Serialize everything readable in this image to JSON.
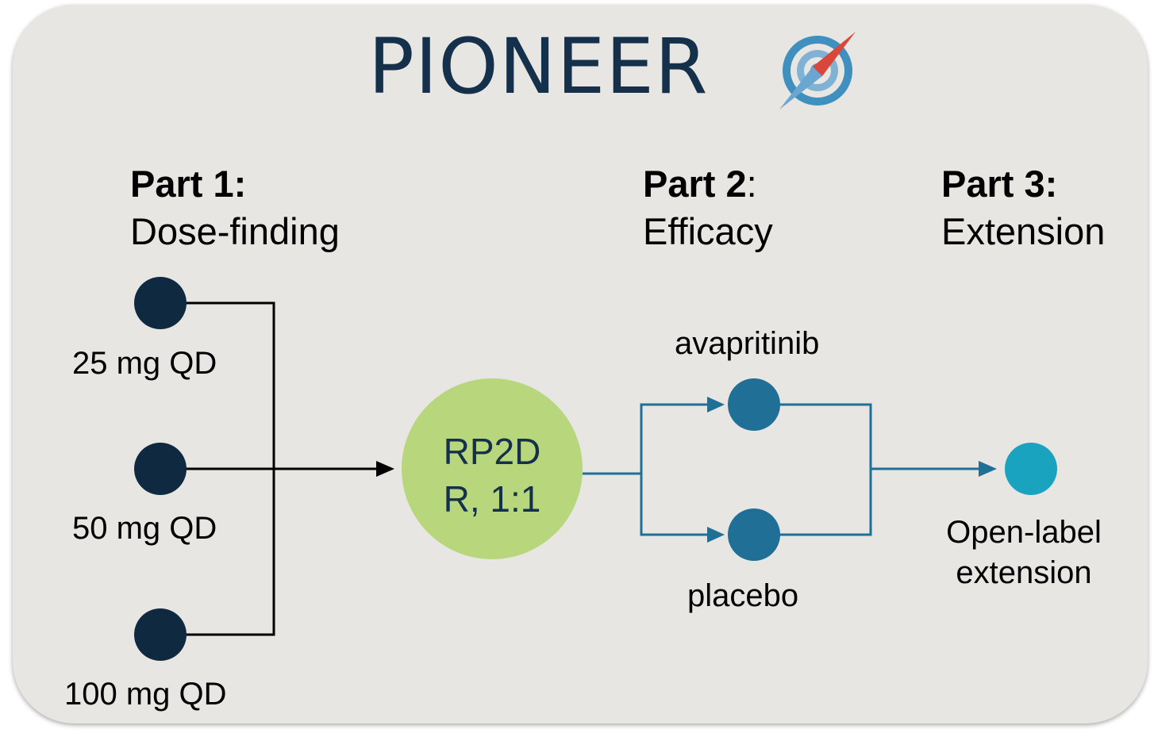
{
  "logo": {
    "text": "PIONEER",
    "icon": "compass-target-icon"
  },
  "parts": [
    {
      "title": "Part 1:",
      "subtitle": "Dose-finding"
    },
    {
      "title": "Part 2",
      "title_suffix": ":",
      "subtitle": "Efficacy"
    },
    {
      "title": "Part 3:",
      "subtitle": "Extension"
    }
  ],
  "doses": [
    "25 mg QD",
    "50 mg QD",
    "100 mg QD"
  ],
  "randomization": {
    "line1": "RP2D",
    "line2": "R, 1:1"
  },
  "arms": {
    "treatment": "avapritinib",
    "control": "placebo"
  },
  "extension": {
    "line1": "Open-label",
    "line2": "extension"
  },
  "colors": {
    "panel_bg": "#e8e6e3",
    "dose_node": "#0f2a40",
    "arm_node": "#1f6f97",
    "extension_node": "#19a3bf",
    "rp2d_circle": "#b8d77c",
    "connector_dark": "#000000",
    "connector_blue": "#1f6f97"
  }
}
